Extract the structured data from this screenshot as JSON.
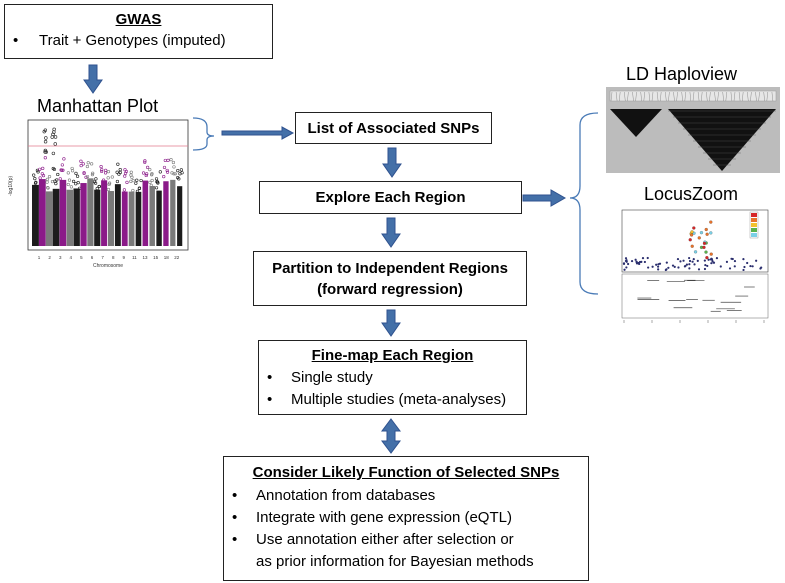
{
  "gwas": {
    "title": "GWAS",
    "bullets": [
      "Trait +  Genotypes  (imputed)"
    ]
  },
  "manhattan": {
    "label": "Manhattan Plot",
    "ylabel": "-log10(p)",
    "xlabel": "Chromosome",
    "xticks": [
      "1",
      "2",
      "3",
      "4",
      "5",
      "6",
      "7",
      "8",
      "9",
      "11",
      "13",
      "15",
      "18",
      "22"
    ]
  },
  "steps": {
    "associated": "List of Associated SNPs",
    "explore": "Explore Each Region",
    "partition_line1": "Partition to Independent Regions",
    "partition_line2": "(forward regression)"
  },
  "finemap": {
    "title": "Fine-map Each Region",
    "bullets": [
      "Single study",
      "Multiple studies (meta-analyses)"
    ]
  },
  "function": {
    "title": "Consider Likely Function of Selected SNPs",
    "bullets": [
      "Annotation from databases",
      "Integrate with gene expression (eQTL)",
      "Use annotation either after selection or"
    ],
    "continuation": "as prior information for Bayesian methods"
  },
  "tools": {
    "ld_label": "LD Haploview",
    "lz_label": "LocusZoom"
  },
  "colors": {
    "arrow": "#4470a8",
    "arrow_edge": "#2f528f",
    "bracket": "#4a7bb7",
    "manhattan_purple": "#8b1a89",
    "manhattan_black": "#1c1c1c",
    "manhattan_gray": "#7a7a7a",
    "threshold": "#e07a8c"
  }
}
